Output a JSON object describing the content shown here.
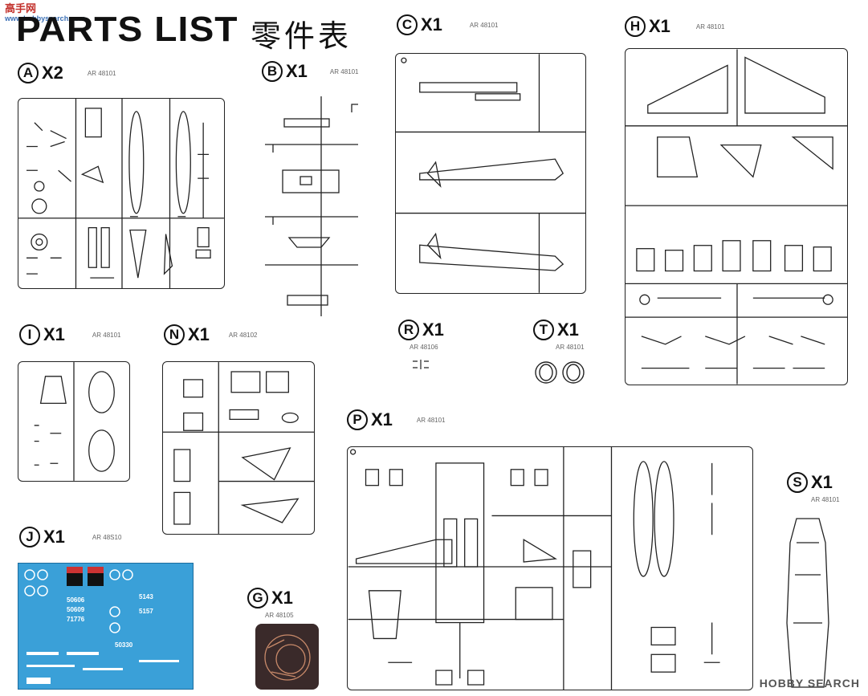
{
  "header": {
    "title": "PARTS LIST",
    "title_cn": "零件表",
    "watermark_top": "高手网",
    "watermark_top_sub": "www.hobbysearch.com"
  },
  "sprues": [
    {
      "letter": "A",
      "qty": "X2",
      "code": "AR 48101"
    },
    {
      "letter": "B",
      "qty": "X1",
      "code": "AR 48101"
    },
    {
      "letter": "C",
      "qty": "X1",
      "code": "AR 48101"
    },
    {
      "letter": "H",
      "qty": "X1",
      "code": "AR 48101"
    },
    {
      "letter": "I",
      "qty": "X1",
      "code": "AR 48101"
    },
    {
      "letter": "N",
      "qty": "X1",
      "code": "AR 48102"
    },
    {
      "letter": "R",
      "qty": "X1",
      "code": "AR 48106"
    },
    {
      "letter": "T",
      "qty": "X1",
      "code": "AR 48101"
    },
    {
      "letter": "P",
      "qty": "X1",
      "code": "AR 48101"
    },
    {
      "letter": "S",
      "qty": "X1",
      "code": "AR 48101"
    },
    {
      "letter": "J",
      "qty": "X1",
      "code": "AR 48S10"
    },
    {
      "letter": "G",
      "qty": "X1",
      "code": "AR 48105"
    }
  ],
  "decal_numbers": [
    "5143",
    "5157",
    "50606",
    "50609",
    "71776",
    "50330"
  ],
  "watermark_bottom": "HOBBY SEARCH"
}
